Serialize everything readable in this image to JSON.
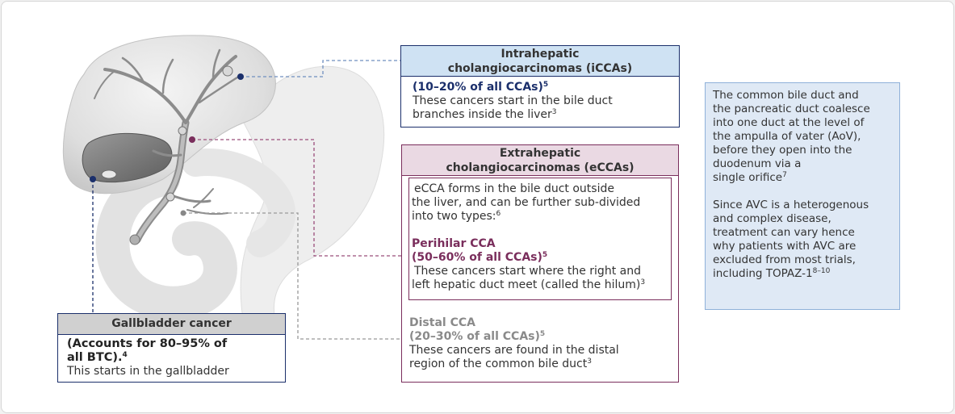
{
  "colors": {
    "navy": "#1b2f6b",
    "plum": "#7a2e5c",
    "icca_header": "#cfe2f3",
    "ecca_header": "#ead9e3",
    "gallbladder_header": "#d0d0d0",
    "note_bg": "#dfe9f5"
  },
  "icca": {
    "title": "Intrahepatic\ncholangiocarcinomas (iCCAs)",
    "stat": "(10–20% of all CCAs)",
    "stat_ref": "5",
    "desc": "These cancers start in the bile duct\nbranches inside the liver",
    "desc_ref": "3"
  },
  "ecca": {
    "title": "Extrahepatic\ncholangiocarcinomas (eCCAs)",
    "intro": "eCCA forms in the bile duct outside\nthe liver, and can be further sub-divided\ninto two types:",
    "intro_ref": "6",
    "perihilar": {
      "name": "Perihilar CCA",
      "stat": "(50–60% of all CCAs)",
      "stat_ref": "5",
      "desc": "These cancers start where the right and\nleft hepatic duct meet (called the hilum)",
      "desc_ref": "3"
    },
    "distal": {
      "name": "Distal CCA",
      "stat": "(20–30% of all CCAs)",
      "stat_ref": "5",
      "desc": "These cancers are found in the distal\nregion of the common bile duct",
      "desc_ref": "3"
    }
  },
  "gallbladder": {
    "title": "Gallbladder cancer",
    "stat": "(Accounts for 80–95% of\nall BTC).",
    "stat_ref": "4",
    "desc": "This starts in the gallbladder"
  },
  "note": {
    "para1": "The common bile duct and\nthe pancreatic duct coalesce\ninto one duct at the level of\nthe ampulla of vater (AoV),\nbefore they open into the\nduodenum via a\nsingle orifice",
    "para1_ref": "7",
    "para2": "Since AVC is a heterogenous\nand complex disease,\ntreatment can vary hence\nwhy patients with AVC are\nexcluded from most trials,\nincluding TOPAZ-1",
    "para2_ref": "8–10"
  }
}
